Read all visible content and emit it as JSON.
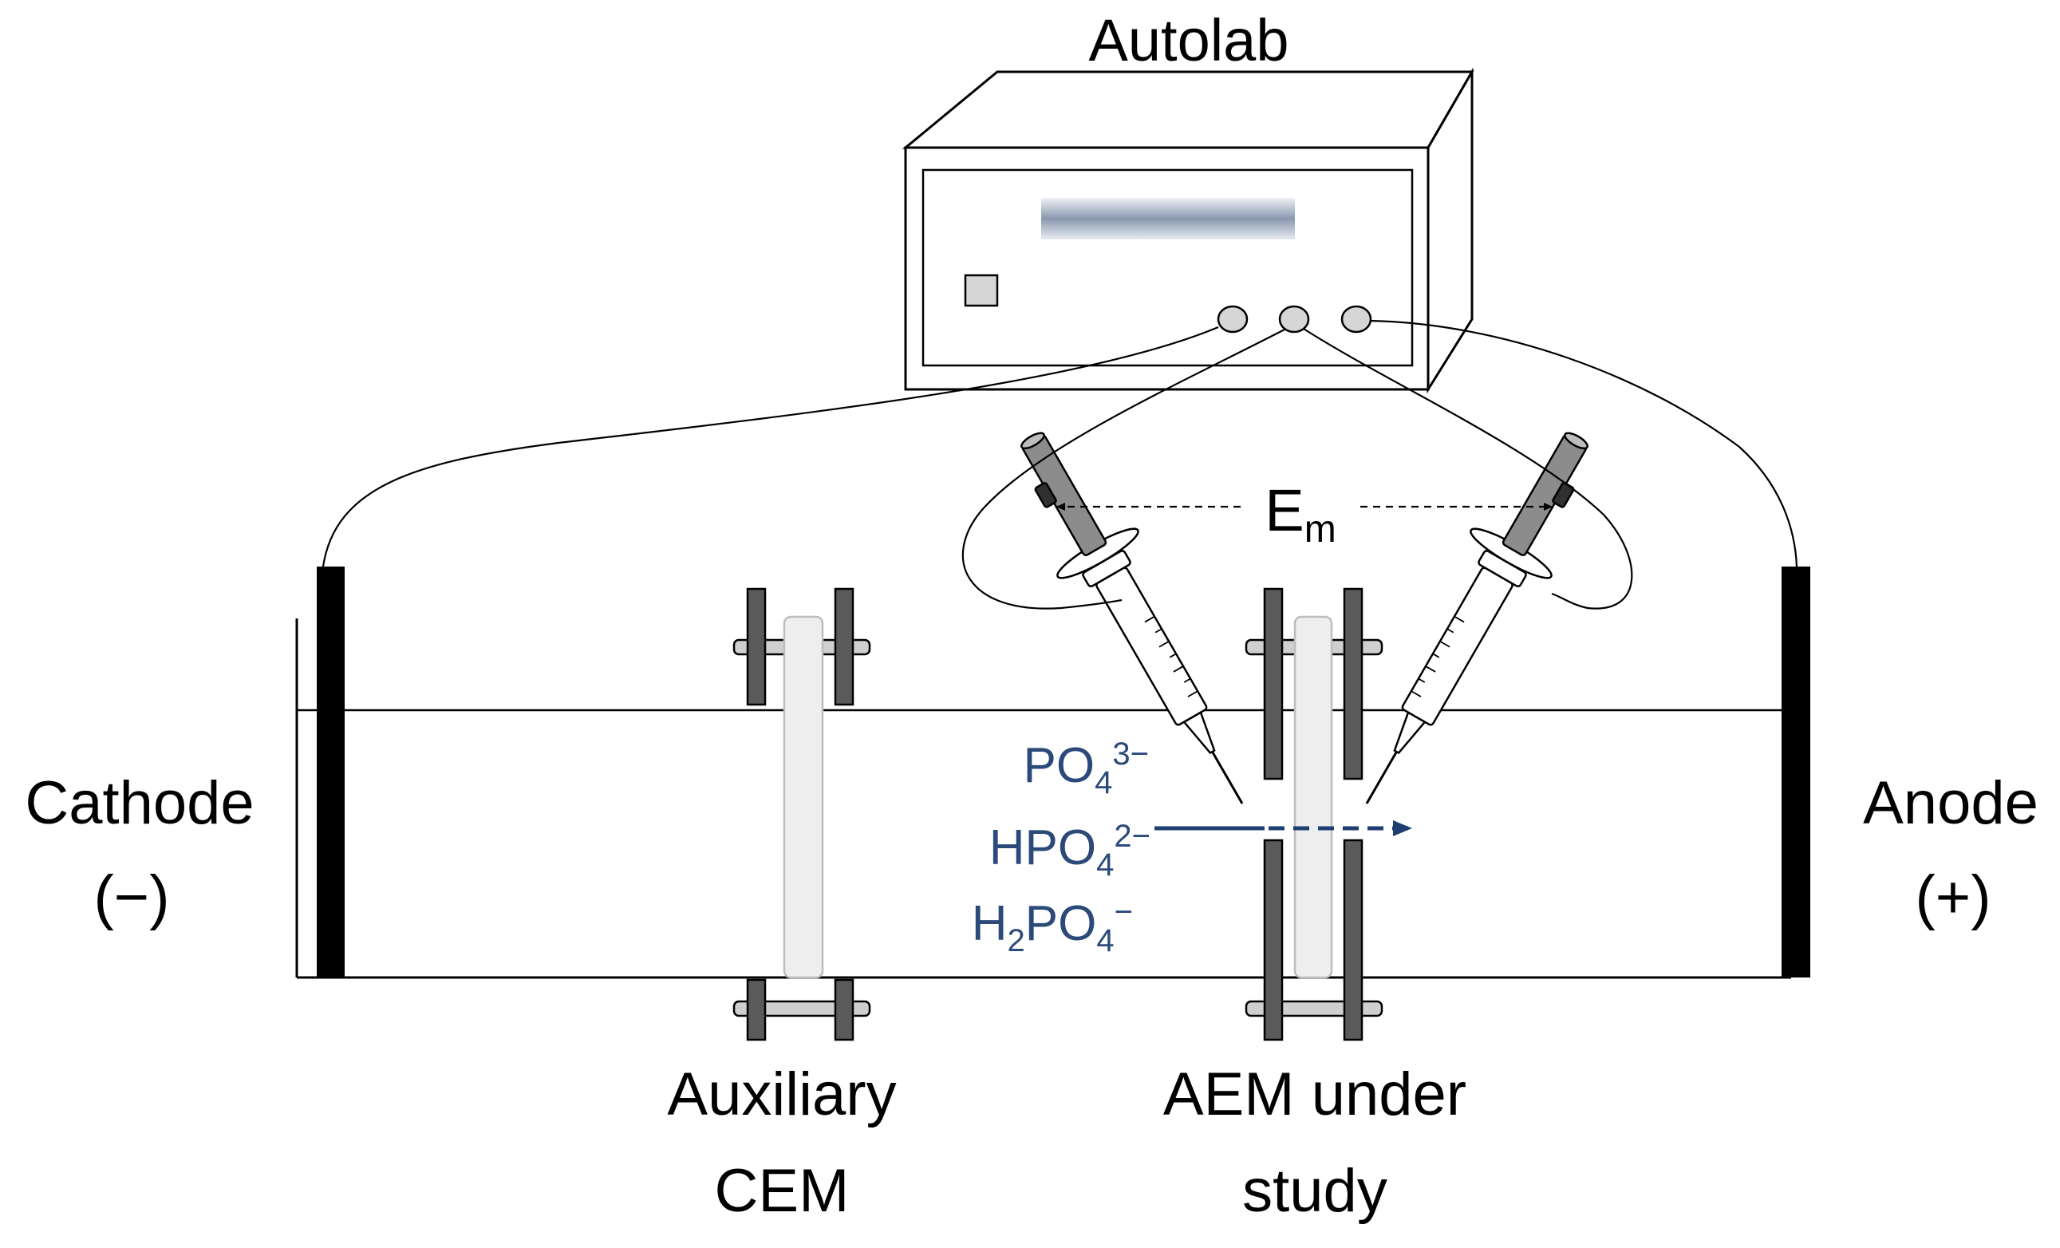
{
  "labels": {
    "instrument": "Autolab",
    "cathode": "Cathode",
    "cathode_sign": "(−)",
    "anode": "Anode",
    "anode_sign": "(+)",
    "potential_base": "E",
    "potential_sub": "m",
    "aux_line1": "Auxiliary",
    "aux_line2": "CEM",
    "aem_line1": "AEM under",
    "aem_line2": "study"
  },
  "ions": [
    {
      "base": "PO",
      "sub": "4",
      "sup": "3−"
    },
    {
      "base": "HPO",
      "sub": "4",
      "sup": "2−"
    },
    {
      "pre": "H",
      "pre_sub": "2",
      "base": "PO",
      "sub": "4",
      "sup": "−"
    }
  ],
  "colors": {
    "ion_text": "#2b4a7a",
    "ion_arrow": "#1f3f73",
    "electrode": "#000000",
    "clamp": "#5a5a5a",
    "membrane": "#eeeeee",
    "probe": "#8c8c8c"
  }
}
